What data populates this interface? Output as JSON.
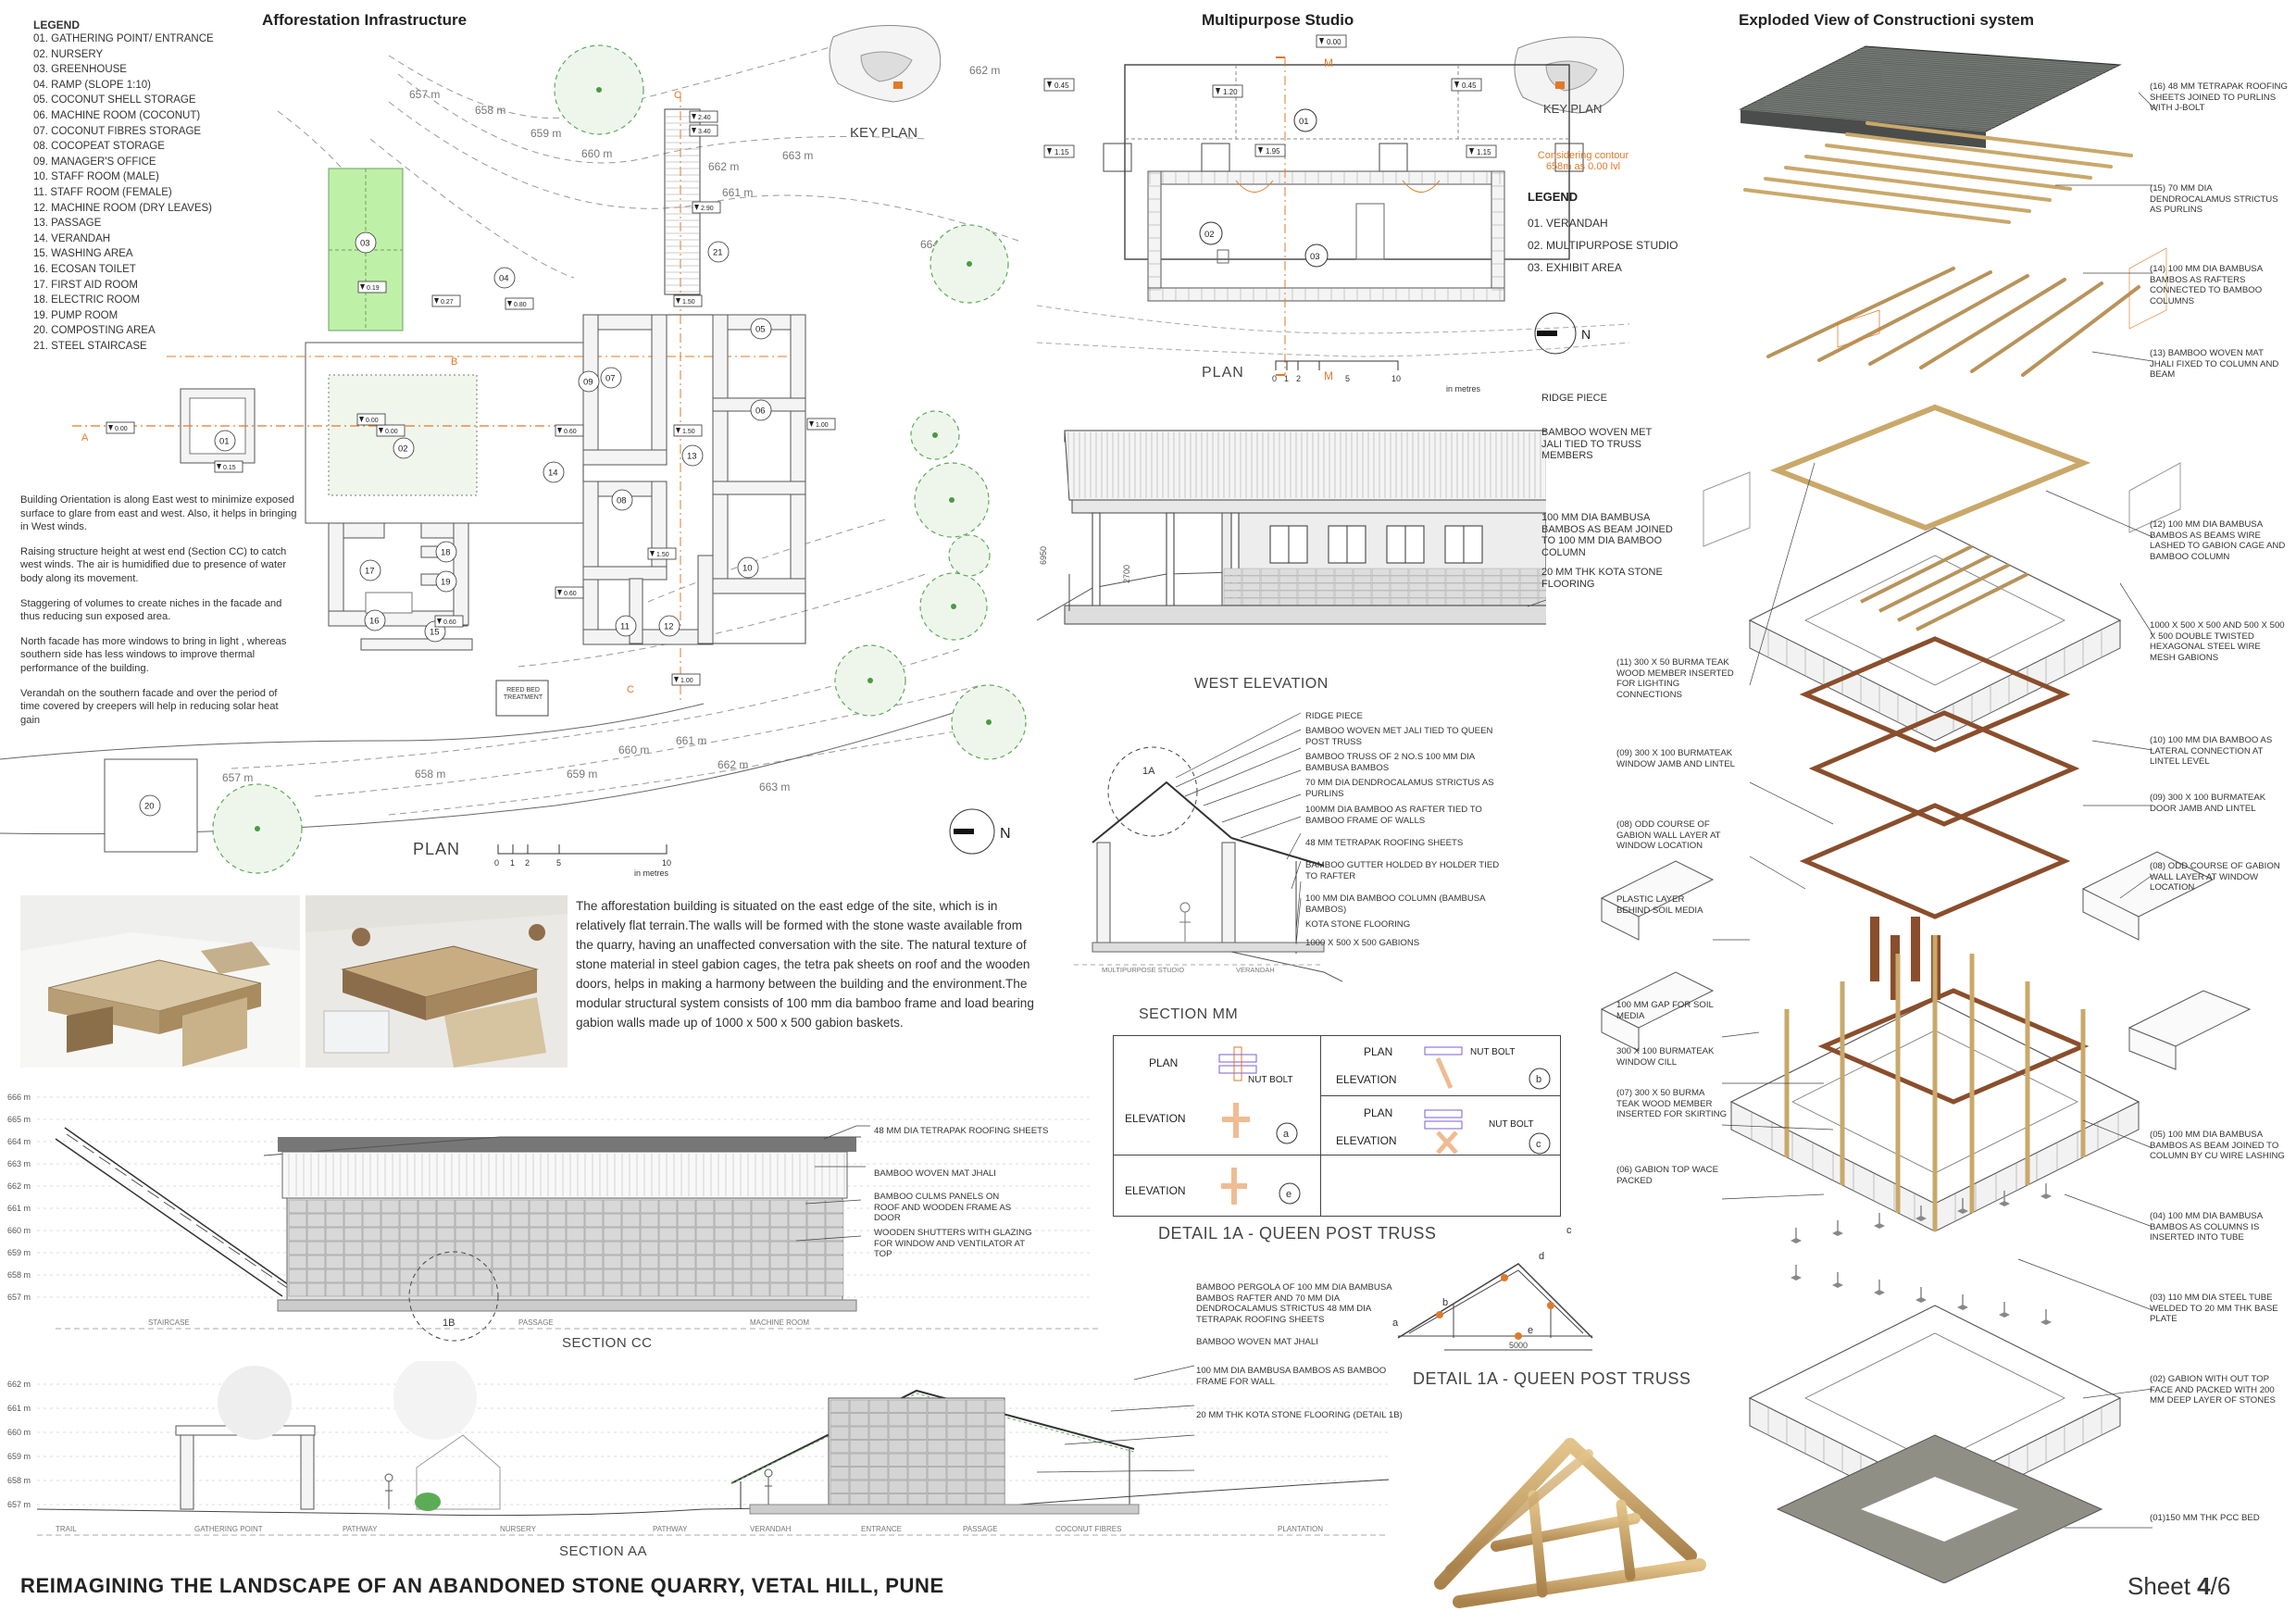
{
  "titles": {
    "afforestation": "Afforestation Infrastructure",
    "studio": "Multipurpose Studio",
    "exploded": "Exploded View of Constructioni system"
  },
  "legend_main": {
    "heading": "LEGEND",
    "items": [
      "01. GATHERING POINT/ ENTRANCE",
      "02. NURSERY",
      "03. GREENHOUSE",
      "04. RAMP (SLOPE 1:10)",
      "05. COCONUT SHELL STORAGE",
      "06. MACHINE ROOM (COCONUT)",
      "07. COCONUT FIBRES STORAGE",
      "08. COCOPEAT STORAGE",
      "09. MANAGER'S OFFICE",
      "10. STAFF ROOM (MALE)",
      "11. STAFF ROOM (FEMALE)",
      "12. MACHINE ROOM (DRY LEAVES)",
      "13. PASSAGE",
      "14. VERANDAH",
      "15. WASHING AREA",
      "16. ECOSAN TOILET",
      "17. FIRST AID ROOM",
      "18. ELECTRIC ROOM",
      "19. PUMP ROOM",
      "20. COMPOSTING AREA",
      "21. STEEL STAIRCASE"
    ]
  },
  "orientation_notes": [
    "Building Orientation is along East west to minimize exposed surface to glare from east and west. Also, it helps in bringing in West winds.",
    "Raising structure height at west end (Section CC) to catch west winds. The air is humidified due to presence of water body along its movement.",
    "Staggering of volumes to create niches in the facade and thus reducing sun exposed area.",
    "North facade has more windows to bring in light , whereas southern side has less windows to improve thermal performance of the building.",
    "Verandah on the southern facade and over the period of time covered by creepers will help in reducing solar heat gain"
  ],
  "site_plan": {
    "caption": "PLAN",
    "key_plan": "KEY PLAN",
    "scale_ticks": [
      "0",
      "1",
      "2",
      "5",
      "10"
    ],
    "scale_unit": "in metres",
    "north": "N",
    "contours": [
      "657 m",
      "658 m",
      "659 m",
      "660 m",
      "661 m",
      "662 m",
      "663 m",
      "664 m"
    ],
    "levels": [
      "0.00",
      "0.15",
      "0.00",
      "0.00",
      "0.27",
      "0.80",
      "0.60",
      "1.50",
      "1.50",
      "1.00",
      "1.50",
      "0.60",
      "0.60",
      "1.00",
      "2.40",
      "3.40",
      "0.19",
      "2.90"
    ],
    "section_marks": [
      "A",
      "B",
      "C"
    ],
    "reed_bed": "REED BED TREATMENT",
    "rooms": [
      "01",
      "02",
      "03",
      "04",
      "05",
      "06",
      "07",
      "08",
      "09",
      "10",
      "11",
      "12",
      "13",
      "14",
      "15",
      "16",
      "17",
      "18",
      "19",
      "20",
      "21"
    ]
  },
  "description": "The afforestation building is situated on the east edge of the site, which is in relatively flat terrain.The walls will be formed with the stone waste available from the quarry, having an unaffected conversation with the site. The natural texture of stone material in steel gabion cages, the tetra pak sheets on roof and the wooden doors, helps in making a harmony between the building and the environment.The  modular structural system consists of 100 mm dia bamboo frame and load bearing gabion walls made up of 1000 x 500 x 500 gabion baskets.",
  "section_cc": {
    "caption": "SECTION CC",
    "levels": [
      "666 m",
      "665 m",
      "664 m",
      "663 m",
      "662 m",
      "661 m",
      "660 m",
      "659 m",
      "658 m",
      "657 m"
    ],
    "notes": [
      "48 MM DIA TETRAPAK ROOFING SHEETS",
      "BAMBOO WOVEN MAT JHALI",
      "BAMBOO CULMS PANELS ON ROOF AND WOODEN FRAME AS DOOR",
      "WOODEN SHUTTERS WITH GLAZING FOR WINDOW AND VENTILATOR AT TOP"
    ],
    "zones": [
      "STAIRCASE",
      "PASSAGE",
      "MACHINE ROOM"
    ],
    "detail": "1B"
  },
  "section_aa": {
    "caption": "SECTION AA",
    "levels": [
      "662 m",
      "661 m",
      "660 m",
      "659 m",
      "658 m",
      "657 m"
    ],
    "notes": [
      "BAMBOO PERGOLA OF 100 MM DIA BAMBUSA BAMBOS RAFTER AND 70 MM DIA DENDROCALAMUS STRICTUS 48 MM DIA TETRAPAK ROOFING SHEETS",
      "BAMBOO WOVEN MAT JHALI",
      "100 MM DIA BAMBUSA BAMBOS AS BAMBOO FRAME FOR WALL",
      "20 MM THK KOTA STONE FLOORING (DETAIL 1B)"
    ],
    "zones": [
      "TRAIL",
      "GATHERING POINT",
      "PATHWAY",
      "NURSERY",
      "PATHWAY",
      "VERANDAH",
      "ENTRANCE",
      "PASSAGE",
      "COCONUT FIBRES",
      "PLANTATION"
    ]
  },
  "studio_plan": {
    "caption": "PLAN",
    "key_plan": "KEY PLAN",
    "contour_note": "Considering contour 658m as 0.00 lvl",
    "legend_heading": "LEGEND",
    "legend": [
      "01. VERANDAH",
      "02. MULTIPURPOSE STUDIO",
      "03. EXHIBIT  AREA"
    ],
    "levels": [
      "0.00",
      "0.45",
      "1.20",
      "0.45",
      "1.15",
      "1.95",
      "1.15"
    ],
    "rooms": [
      "01",
      "02",
      "03"
    ],
    "section_mark": "M",
    "scale_ticks": [
      "0",
      "1",
      "2",
      "5",
      "10"
    ],
    "scale_unit": "in metres",
    "north": "N"
  },
  "west_elevation": {
    "caption": "WEST ELEVATION",
    "dims": [
      "6950",
      "2700"
    ],
    "notes": [
      "RIDGE PIECE",
      "BAMBOO WOVEN MET JALI TIED TO TRUSS MEMBERS",
      "100 MM DIA BAMBUSA BAMBOS AS BEAM JOINED TO 100 MM DIA BAMBOO COLUMN",
      "20 MM THK KOTA STONE FLOORING"
    ]
  },
  "section_mm": {
    "caption": "SECTION MM",
    "detail": "1A",
    "zones": [
      "MULTIPURPOSE STUDIO",
      "VERANDAH"
    ],
    "notes": [
      "RIDGE PIECE",
      "BAMBOO WOVEN MET JALI TIED TO QUEEN POST TRUSS",
      "BAMBOO TRUSS OF 2 NO.S 100 MM DIA BAMBUSA BAMBOS",
      "70 MM DIA DENDROCALAMUS STRICTUS AS PURLINS",
      "100MM DIA BAMBOO AS RAFTER TIED TO BAMBOO FRAME OF WALLS",
      "48 MM TETRAPAK ROOFING SHEETS",
      "BAMBOO GUTTER HOLDED BY HOLDER TIED TO RAFTER",
      "100 MM DIA BAMBOO COLUMN (BAMBUSA BAMBOS)",
      "KOTA STONE FLOORING",
      "1000 X 500 X 500 GABIONS"
    ]
  },
  "detail_joints": {
    "caption": "DETAIL 1A - QUEEN POST TRUSS",
    "plan": "PLAN",
    "elevation": "ELEVATION",
    "nut_bolt": "NUT BOLT",
    "marks": [
      "a",
      "b",
      "c",
      "e"
    ]
  },
  "detail_truss": {
    "caption": "DETAIL 1A - QUEEN POST TRUSS",
    "dim": "5000",
    "marks": [
      "a",
      "b",
      "c",
      "d",
      "e"
    ]
  },
  "exploded": {
    "left_notes": [
      "(11) 300 X 50 BURMA TEAK WOOD MEMBER INSERTED FOR LIGHTING CONNECTIONS",
      "(09) 300 X 100 BURMATEAK WINDOW JAMB AND LINTEL",
      "(08) ODD COURSE OF GABION WALL LAYER AT WINDOW LOCATION",
      "PLASTIC LAYER BEHIND SOIL MEDIA",
      "100 MM GAP FOR SOIL MEDIA",
      "300 X 100 BURMATEAK WINDOW CILL",
      "(07) 300 X 50 BURMA TEAK WOOD MEMBER INSERTED FOR SKIRTING",
      "(06) GABION TOP WACE PACKED"
    ],
    "right_notes": [
      "(16) 48 MM TETRAPAK ROOFING SHEETS JOINED TO PURLINS WITH J-BOLT",
      "(15) 70 MM DIA DENDROCALAMUS STRICTUS AS PURLINS",
      "(14) 100 MM DIA BAMBUSA BAMBOS AS RAFTERS CONNECTED TO BAMBOO COLUMNS",
      "(13) BAMBOO WOVEN MAT JHALI FIXED TO COLUMN AND BEAM",
      "(12) 100 MM DIA BAMBUSA BAMBOS AS BEAMS WIRE LASHED TO GABION CAGE AND BAMBOO COLUMN",
      "1000 X 500 X 500 AND 500 X 500 X 500 DOUBLE TWISTED HEXAGONAL STEEL WIRE MESH GABIONS",
      "(10) 100 MM DIA BAMBOO AS LATERAL CONNECTION AT LINTEL LEVEL",
      "(09) 300 X 100 BURMATEAK DOOR JAMB AND LINTEL",
      "(08) ODD COURSE OF GABION WALL LAYER AT WINDOW LOCATION",
      "(05) 100 MM DIA BAMBUSA BAMBOS AS BEAM JOINED TO COLUMN BY Cu WIRE LASHING",
      "(04) 100 MM DIA BAMBUSA BAMBOS AS COLUMNS IS INSERTED INTO TUBE",
      "(03) 110 MM DIA STEEL TUBE WELDED TO 20 MM THK BASE PLATE",
      "(02) GABION WITH OUT TOP FACE AND PACKED WITH 200 MM DEEP LAYER OF STONES",
      "(01)150 MM THK PCC BED"
    ]
  },
  "footer": {
    "title": "REIMAGINING THE LANDSCAPE OF AN ABANDONED STONE QUARRY, VETAL HILL, PUNE",
    "sheet_label": "Sheet ",
    "sheet_number": "4",
    "sheet_total": "/6"
  },
  "colors": {
    "accent": "#e07a2a",
    "greenhouse": "#bff0a8",
    "tree": "#5cab55",
    "wood": "#8a4e2c",
    "bamboo": "#c9a86a",
    "roof": "#5e625f"
  }
}
